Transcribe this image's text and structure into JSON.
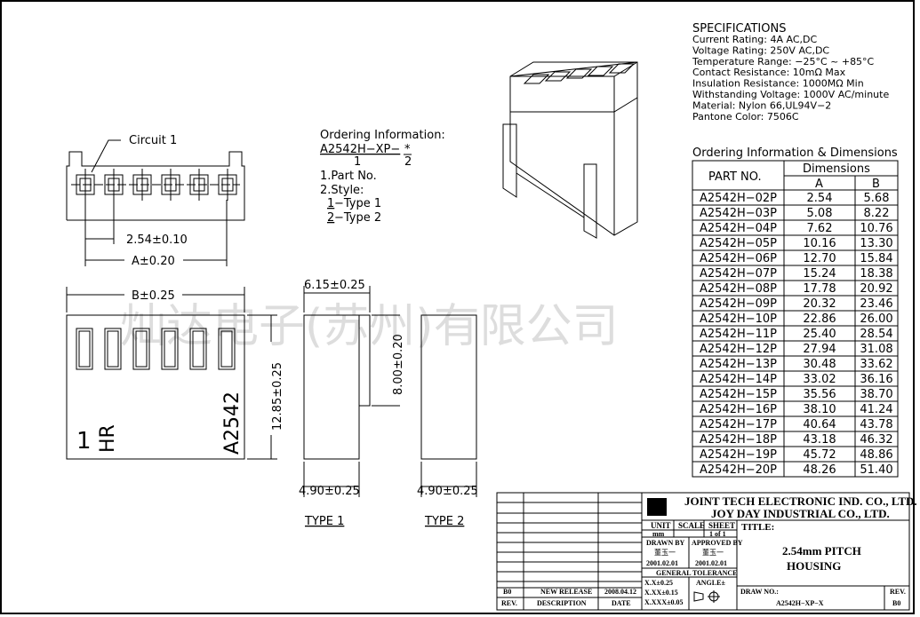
{
  "specifications": {
    "title": "SPECIFICATIONS",
    "lines": [
      "Current Rating: 4A AC,DC",
      "Voltage Rating: 250V AC,DC",
      "Temperature Range: −25°C ~ +85°C",
      "Contact Resistance: 10mΩ Max",
      "Insulation Resistance: 1000MΩ Min",
      "Withstanding Voltage: 1000V AC/minute",
      "Material: Nylon 66,UL94V−2",
      "Pantone Color: 7506C"
    ]
  },
  "ordering": {
    "title": "Ordering Information:",
    "code": "A2542H−XP−",
    "code_star": "*",
    "idx1": "1",
    "idx2": "2",
    "item1": "1.Part No.",
    "item2": "2.Style:",
    "type1_num": "1",
    "type1": "−Type 1",
    "type2_num": "2",
    "type2": "−Type 2"
  },
  "front_view": {
    "circuit_label": "Circuit 1",
    "pitch_dim": "2.54±0.10",
    "a_dim": "A±0.20"
  },
  "bottom_view": {
    "b_dim": "B±0.25",
    "height_dim": "12.85±0.25",
    "mark_1": "1",
    "mark_hr": "HR",
    "mark_part": "A2542"
  },
  "side_views": {
    "width_dim": "6.15±0.25",
    "inner_dim": "8.00±0.20",
    "type1_width": "4.90±0.25",
    "type2_width": "4.90±0.25",
    "type1_label": "TYPE 1",
    "type2_label": "TYPE 2"
  },
  "watermark": "灿达电子(苏州)有限公司",
  "dimensions_table": {
    "title": "Ordering Information & Dimensions",
    "col_part": "PART NO.",
    "col_dims": "Dimensions",
    "col_a": "A",
    "col_b": "B",
    "rows": [
      [
        "A2542H−02P",
        "2.54",
        "5.68"
      ],
      [
        "A2542H−03P",
        "5.08",
        "8.22"
      ],
      [
        "A2542H−04P",
        "7.62",
        "10.76"
      ],
      [
        "A2542H−05P",
        "10.16",
        "13.30"
      ],
      [
        "A2542H−06P",
        "12.70",
        "15.84"
      ],
      [
        "A2542H−07P",
        "15.24",
        "18.38"
      ],
      [
        "A2542H−08P",
        "17.78",
        "20.92"
      ],
      [
        "A2542H−09P",
        "20.32",
        "23.46"
      ],
      [
        "A2542H−10P",
        "22.86",
        "26.00"
      ],
      [
        "A2542H−11P",
        "25.40",
        "28.54"
      ],
      [
        "A2542H−12P",
        "27.94",
        "31.08"
      ],
      [
        "A2542H−13P",
        "30.48",
        "33.62"
      ],
      [
        "A2542H−14P",
        "33.02",
        "36.16"
      ],
      [
        "A2542H−15P",
        "35.56",
        "38.70"
      ],
      [
        "A2542H−16P",
        "38.10",
        "41.24"
      ],
      [
        "A2542H−17P",
        "40.64",
        "43.78"
      ],
      [
        "A2542H−18P",
        "43.18",
        "46.32"
      ],
      [
        "A2542H−19P",
        "45.72",
        "48.86"
      ],
      [
        "A2542H−20P",
        "48.26",
        "51.40"
      ]
    ]
  },
  "title_block": {
    "company1": "JOINT TECH ELECTRONIC IND. CO., LTD.",
    "company2": "JOY DAY INDUSTRIAL CO., LTD.",
    "unit_label": "UNIT",
    "scale_label": "SCALE",
    "sheet_label": "SHEET",
    "unit_value": "mm",
    "sheet_value": "1 of 1",
    "drawn_by": "DRAWN BY",
    "approved_by": "APPROVED BY",
    "drawn_name": "董玉一",
    "approved_name": "董玉一",
    "drawn_date": "2001.02.01",
    "approved_date": "2001.02.01",
    "general_tolerance": "GENERAL TOLERANCE",
    "tol1": "X.X±0.25",
    "tol2": "X.XX±0.15",
    "tol3": "X.XXX±0.05",
    "angle": "ANGLE±",
    "title_label": "TITLE:",
    "title1": "2.54mm PITCH",
    "title2": "HOUSING",
    "draw_no_label": "DRAW NO.:",
    "draw_no": "A2542H−XP−X",
    "rev_label": "REV.",
    "rev_value": "B0",
    "rev_row": {
      "rev": "B0",
      "description": "NEW RELEASE",
      "date": "2008.04.12"
    },
    "hdr_rev": "REV.",
    "hdr_description": "DESCRIPTION",
    "hdr_date": "DATE"
  }
}
